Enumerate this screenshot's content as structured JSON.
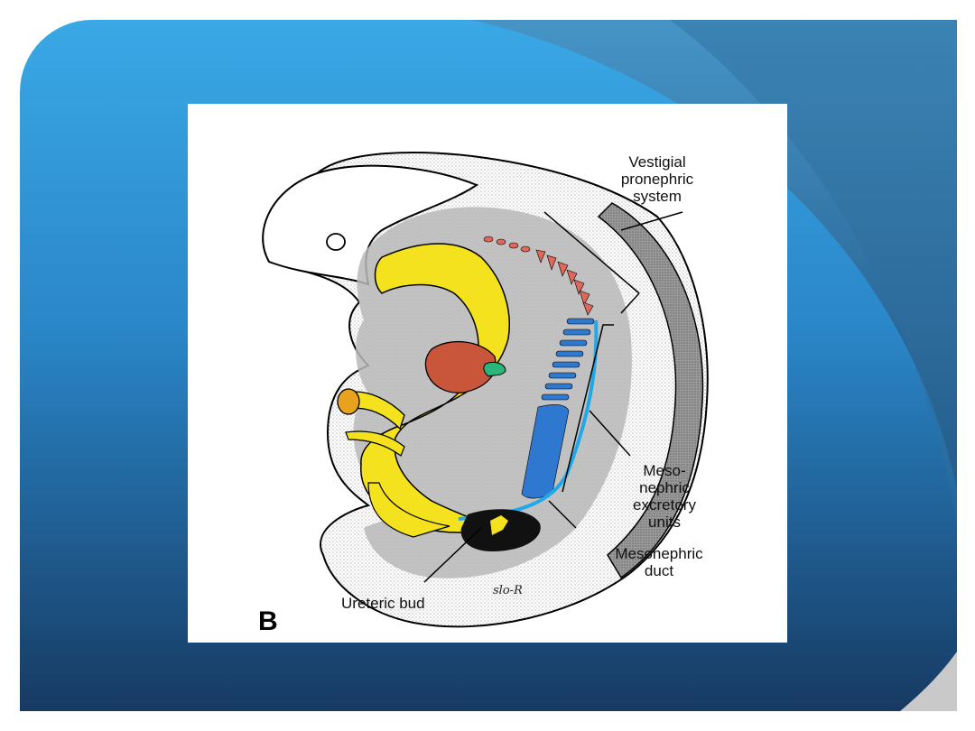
{
  "slide": {
    "colors": {
      "background_light": "#3AA8E6",
      "background_dark": "#173A62",
      "page_corner": "#C9C9C9"
    }
  },
  "figure": {
    "panel_label": "B",
    "signature": "slo-R",
    "labels": {
      "vestigial": [
        "Vestigial",
        "pronephric",
        "system"
      ],
      "meso_units": [
        "Meso-",
        "nephric",
        "excretory",
        "units"
      ],
      "meso_duct": [
        "Mesonephric",
        "duct"
      ],
      "ureteric": "Ureteric bud"
    },
    "colors": {
      "pronephros": "#E0685A",
      "mesonephros": "#2E78D0",
      "duct": "#1FA9E8",
      "gut": "#F5E21E",
      "liver": "#C9553A",
      "cloaca_mass": "#111111",
      "body_wall": "#5A5A5A",
      "mesoderm_gray": "#B5B5B5"
    }
  }
}
